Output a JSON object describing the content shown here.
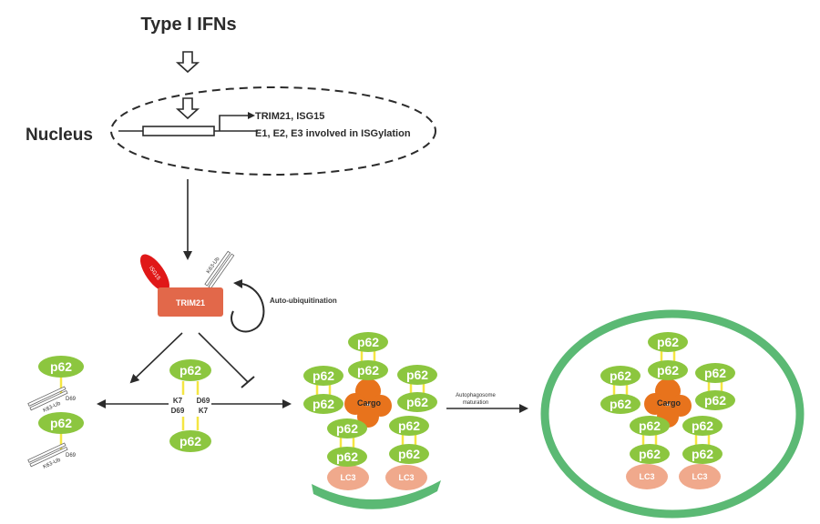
{
  "title": "Type I IFNs",
  "nucleus_label": "Nucleus",
  "genes": {
    "line1": "TRIM21, ISG15",
    "line2": "E1, E2, E3 involved in ISGylation"
  },
  "trim21_label": "TRIM21",
  "isg15_label": "ISG15",
  "k63_ub_label": "K63-Ub",
  "auto_ubiquitination": "Auto-ubiquitination",
  "p62": "p62",
  "residues": {
    "k7": "K7",
    "d69": "D69",
    "d69b": "D69",
    "k7b": "K7"
  },
  "cargo": "Cargo",
  "lc3": "LC3",
  "maturation": {
    "line1": "Autophagosome",
    "line2": "maturation"
  },
  "colors": {
    "p62": "#8cc63f",
    "trim21": "#e2684a",
    "isg15": "#e01818",
    "cargo": "#e8731c",
    "lc3": "#f0a98c",
    "membrane": "#5bb974",
    "linker": "#f5e642"
  }
}
